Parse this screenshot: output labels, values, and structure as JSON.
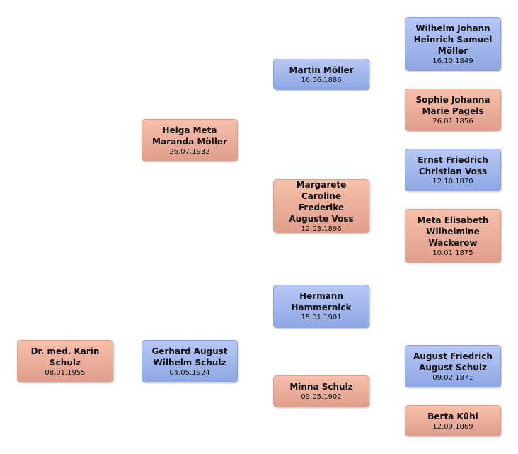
{
  "people": {
    "karin": {
      "name": "Dr. med. Karin Schulz",
      "date": "08.01.1955"
    },
    "helga": {
      "name": "Helga Meta Maranda Möller",
      "date": "26.07.1932"
    },
    "gerhard": {
      "name": "Gerhard August Wilhelm Schulz",
      "date": "04.05.1924"
    },
    "martin": {
      "name": "Martin Möller",
      "date": "16.06.1886"
    },
    "margarete": {
      "name": "Margarete Caroline Frederike Auguste Voss",
      "date": "12.03.1896"
    },
    "hermann": {
      "name": "Hermann Hammernick",
      "date": "15.01.1901"
    },
    "minna": {
      "name": "Minna Schulz",
      "date": "09.05.1902"
    },
    "wilhelm": {
      "name": "Wilhelm Johann Heinrich Samuel Möller",
      "date": "16.10.1849"
    },
    "sophie": {
      "name": "Sophie Johanna Marie Pagels",
      "date": "26.01.1856"
    },
    "ernst": {
      "name": "Ernst Friedrich Christian Voss",
      "date": "12.10.1870"
    },
    "meta": {
      "name": "Meta Elisabeth Wilhelmine Wackerow",
      "date": "10.01.1875"
    },
    "august": {
      "name": "August Friedrich August Schulz",
      "date": "09.02.1871"
    },
    "berta": {
      "name": "Berta Kühl",
      "date": "12.09.1869"
    }
  },
  "colors": {
    "male": "#9db3ec",
    "female": "#eaaf9b"
  }
}
